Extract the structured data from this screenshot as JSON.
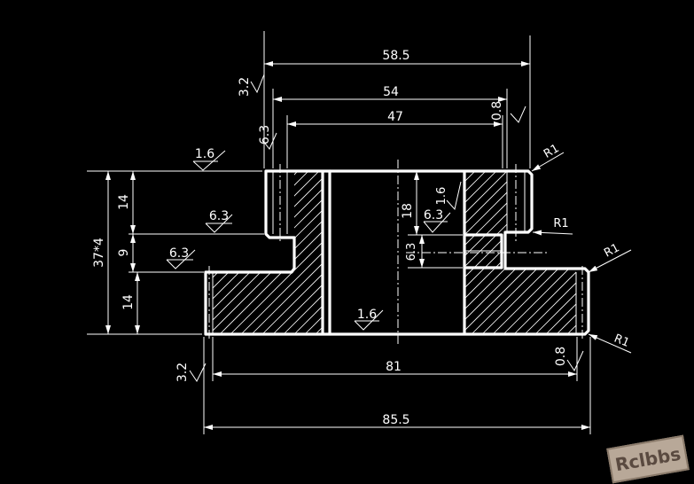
{
  "dimensions": {
    "overall_top_width": "58.5",
    "upper_width_54": "54",
    "bore_width_47": "47",
    "inner_81": "81",
    "overall_bottom_width": "85.5",
    "height_total": "37*4",
    "upper_height": "14",
    "step_height": "9",
    "lower_height": "14",
    "slot_height": "18",
    "slot_small": "6.3"
  },
  "roughness": {
    "top_left_3_2": "3.2",
    "upper_left_6_3": "6.3",
    "upper_right_0_8": "0.8",
    "flange_top_1_6": "1.6",
    "step_face_6_3": "6.3",
    "lower_step_6_3": "6.3",
    "slot_right_1_6": "1.6",
    "slot_6_3": "6.3",
    "bore_bottom_1_6": "1.6",
    "bottom_left_3_2": "3.2",
    "bottom_right_0_8": "0.8"
  },
  "radii": {
    "r_top": "R1",
    "r_mid": "R1",
    "r_right": "R1",
    "r_bottom": "R1"
  },
  "watermark": "Rclbbs"
}
